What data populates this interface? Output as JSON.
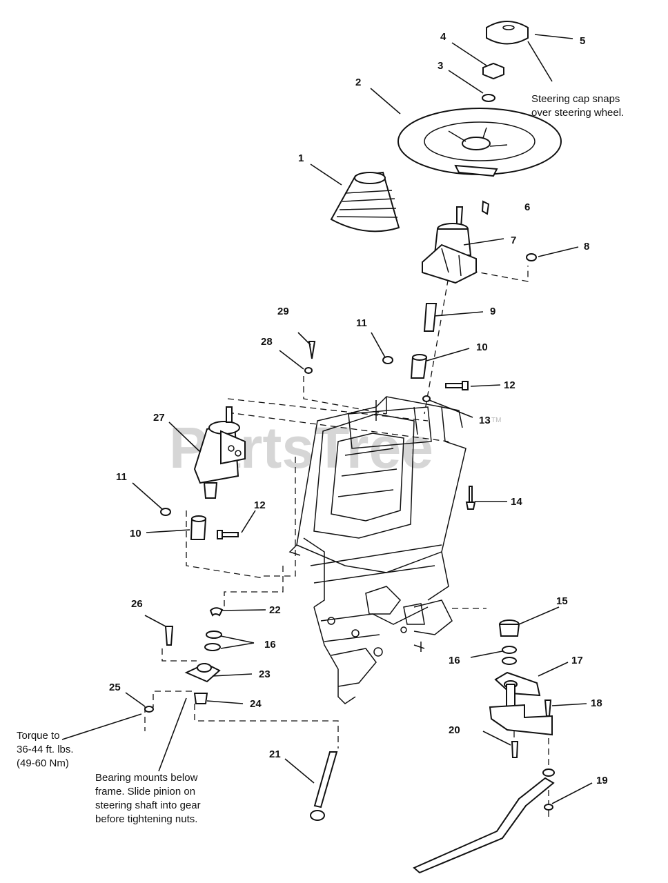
{
  "watermark": {
    "text": "PartsTree",
    "tm": "TM"
  },
  "callouts": [
    "1",
    "2",
    "3",
    "4",
    "5",
    "6",
    "7",
    "8",
    "9",
    "10",
    "11",
    "12",
    "13",
    "14",
    "15",
    "16",
    "17",
    "18",
    "19",
    "20",
    "21",
    "22",
    "23",
    "24",
    "25",
    "26",
    "27",
    "28",
    "29"
  ],
  "callouts_repeat": [
    "10",
    "11",
    "12",
    "16"
  ],
  "notes": {
    "steering_cap": [
      "Steering cap snaps",
      "over steering wheel."
    ],
    "torque": [
      "Torque to",
      "36-44 ft. lbs.",
      "(49-60 Nm)"
    ],
    "bearing": [
      "Bearing mounts below",
      "frame.  Slide pinion on",
      "steering shaft into gear",
      "before tightening nuts."
    ]
  }
}
